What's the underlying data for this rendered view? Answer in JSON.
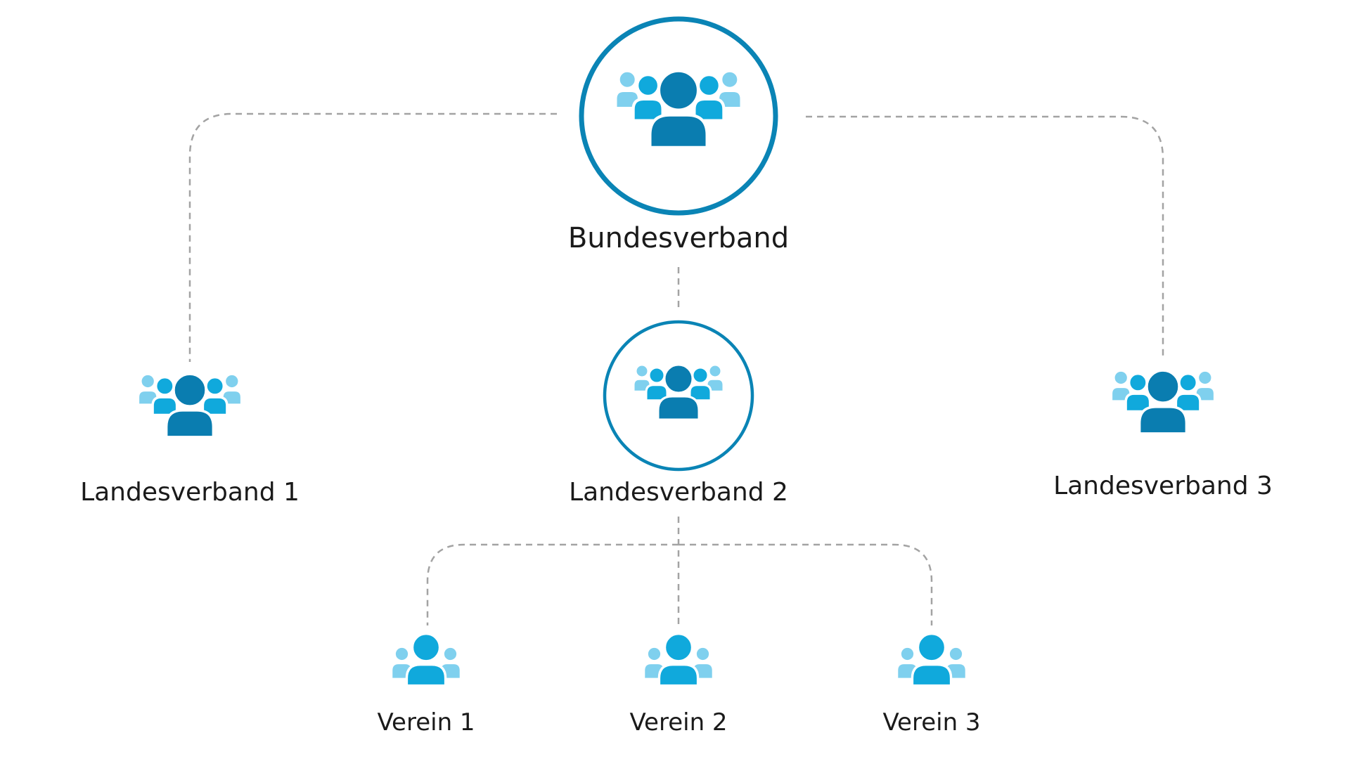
{
  "colors": {
    "ring": "#0a84b5",
    "person_dark": "#0a7db0",
    "person_mid": "#10a9dc",
    "person_light": "#7fd0ee",
    "connector": "#a3a3a3",
    "label": "#1a1a1a"
  },
  "nodes": [
    {
      "id": "bundesverband",
      "label": "Bundesverband",
      "icon": "group-of-five-icon"
    },
    {
      "id": "landesverband-1",
      "label": "Landesverband 1",
      "icon": "group-of-five-icon"
    },
    {
      "id": "landesverband-2",
      "label": "Landesverband 2",
      "icon": "group-of-five-icon"
    },
    {
      "id": "landesverband-3",
      "label": "Landesverband 3",
      "icon": "group-of-five-icon"
    },
    {
      "id": "verein-1",
      "label": "Verein 1",
      "icon": "group-of-three-icon"
    },
    {
      "id": "verein-2",
      "label": "Verein 2",
      "icon": "group-of-three-icon"
    },
    {
      "id": "verein-3",
      "label": "Verein 3",
      "icon": "group-of-three-icon"
    }
  ],
  "edges": [
    {
      "from": "bundesverband",
      "to": "landesverband-1"
    },
    {
      "from": "bundesverband",
      "to": "landesverband-2"
    },
    {
      "from": "bundesverband",
      "to": "landesverband-3"
    },
    {
      "from": "landesverband-2",
      "to": "verein-1"
    },
    {
      "from": "landesverband-2",
      "to": "verein-2"
    },
    {
      "from": "landesverband-2",
      "to": "verein-3"
    }
  ]
}
